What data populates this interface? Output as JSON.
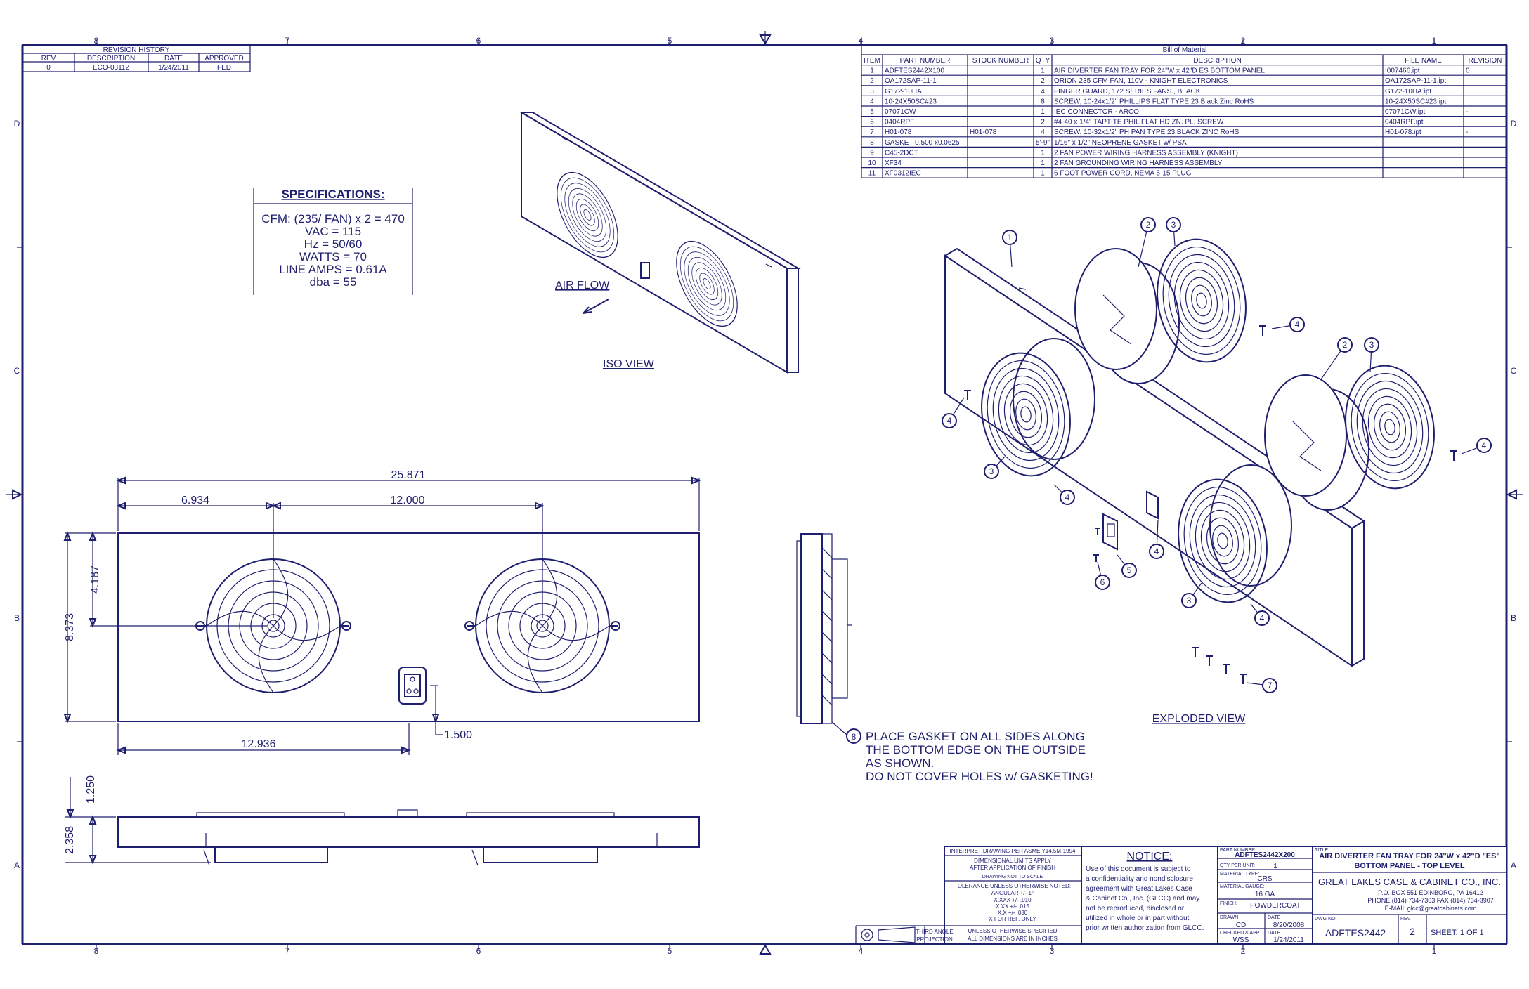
{
  "colors": {
    "ink": "#1e1f6e",
    "paper": "#ffffff"
  },
  "zone_columns_top": [
    "8",
    "7",
    "6",
    "5",
    "4",
    "3",
    "2",
    "1"
  ],
  "zone_rows": [
    "D",
    "C",
    "B",
    "A"
  ],
  "revision_history": {
    "title": "REVISION HISTORY",
    "headers": [
      "REV",
      "DESCRIPTION",
      "DATE",
      "APPROVED"
    ],
    "rows": [
      [
        "0",
        "ECO-03112",
        "1/24/2011",
        "FED"
      ]
    ]
  },
  "bom": {
    "title": "Bill of Material",
    "headers": [
      "ITEM",
      "PART NUMBER",
      "STOCK NUMBER",
      "QTY",
      "DESCRIPTION",
      "FILE NAME",
      "REVISION"
    ],
    "rows": [
      [
        "1",
        "ADFTES2442X100",
        "",
        "1",
        "AIR DIVERTER FAN TRAY FOR 24\"W x 42\"D ES BOTTOM PANEL",
        "I007466.ipt",
        "0"
      ],
      [
        "2",
        "OA172SAP-11-1",
        "",
        "2",
        "ORION 235 CFM FAN, 110V - KNIGHT ELECTRONICS",
        "OA172SAP-11-1.ipt",
        ""
      ],
      [
        "3",
        "G172-10HA",
        "",
        "4",
        "FINGER GUARD, 172 SERIES FANS , BLACK",
        "G172-10HA.ipt",
        ""
      ],
      [
        "4",
        "10-24X50SC#23",
        "",
        "8",
        "SCREW, 10-24x1/2\" PHILLIPS FLAT TYPE 23 Black Zinc RoHS",
        "10-24X50SC#23.ipt",
        ""
      ],
      [
        "5",
        "07071CW",
        "",
        "1",
        "IEC CONNECTOR - ARCO",
        "07071CW.ipt",
        "-"
      ],
      [
        "6",
        "0404RPF",
        "",
        "2",
        "#4-40 x 1/4\" TAPTITE PHIL FLAT HD ZN. PL. SCREW",
        "0404RPF.ipt",
        "-"
      ],
      [
        "7",
        "H01-078",
        "H01-078",
        "4",
        "SCREW, 10-32x1/2\" PH PAN TYPE 23 BLACK ZINC RoHS",
        "H01-078.ipt",
        "-"
      ],
      [
        "8",
        "GASKET 0.500 x0.0625",
        "",
        "5'-9\"",
        "1/16\" x 1/2\" NEOPRENE GASKET w/ PSA",
        "",
        ""
      ],
      [
        "9",
        "C45-2DCT",
        "",
        "1",
        "2 FAN POWER WIRING HARNESS ASSEMBLY (KNIGHT)",
        "",
        ""
      ],
      [
        "10",
        "XF34",
        "",
        "1",
        "2 FAN GROUNDING WIRING HARNESS ASSEMBLY",
        "",
        ""
      ],
      [
        "11",
        "XF0312IEC",
        "",
        "1",
        "6 FOOT POWER CORD, NEMA 5-15 PLUG",
        "",
        ""
      ]
    ]
  },
  "specifications": {
    "title": "SPECIFICATIONS:",
    "lines": [
      "CFM: (235/ FAN) x 2 = 470",
      "VAC = 115",
      "Hz = 50/60",
      "WATTS = 70",
      "LINE AMPS = 0.61A",
      "dba = 55"
    ]
  },
  "labels": {
    "air_flow": "AIR FLOW",
    "iso_view": "ISO VIEW",
    "exploded_view": "EXPLODED VIEW"
  },
  "dimensions": {
    "overall_width": "25.871",
    "fan1_offset": "6.934",
    "fan_spacing": "12.000",
    "height": "8.373",
    "fan_center_height": "4.187",
    "connector_offset": "12.936",
    "connector_height": "1.500",
    "side_offset": "1.250",
    "side_height": "2.358"
  },
  "gasket_note": {
    "callout": "8",
    "lines": [
      "PLACE GASKET ON ALL SIDES ALONG",
      "THE BOTTOM EDGE ON THE OUTSIDE",
      "AS SHOWN.",
      "DO NOT COVER HOLES w/ GASKETING!"
    ]
  },
  "balloons": [
    "1",
    "2",
    "3",
    "4",
    "2",
    "3",
    "4",
    "3",
    "4",
    "3",
    "4",
    "4",
    "5",
    "4",
    "6",
    "7"
  ],
  "tolerance_block": {
    "lines": [
      "INTERPRET DRAWING PER ASME Y14.5M-1994",
      "DIMENSIONAL LIMITS APPLY",
      "AFTER APPLICATION OF FINISH",
      "DRAWING NOT TO SCALE",
      "TOLERANCE UNLESS OTHERWISE NOTED:",
      "ANGULAR +/- 1°",
      "X.XXX +/- .010",
      "X.XX +/- .015",
      "X.X +/- .030",
      "X FOR REF. ONLY"
    ],
    "projection": [
      "THIRD ANGLE",
      "PROJECTION"
    ],
    "units": [
      "UNLESS OTHERWISE SPECIFIED",
      "ALL DIMENSIONS ARE IN INCHES"
    ]
  },
  "notice": {
    "title": "NOTICE:",
    "lines": [
      "Use of this document is subject to",
      "a confidentiality and nondisclosure",
      "agreement with Great Lakes Case",
      "& Cabinet Co., Inc. (GLCC) and may",
      "not be reproduced, disclosed or",
      "utilized in whole or in part without",
      "prior written authorization from GLCC."
    ]
  },
  "part_info": {
    "part_number_label": "PART NUMBER",
    "part_number": "ADFTES2442X200",
    "qty_label": "QTY PER UNIT:",
    "qty": "1",
    "material_label": "MATERIAL TYPE:",
    "material": "CRS",
    "gauge_label": "MATERIAL GAUGE:",
    "gauge": "16 GA",
    "finish_label": "FINISH:",
    "finish": "POWDERCOAT",
    "drawn_label": "DRAWN",
    "drawn": "CD",
    "drawn_date_label": "DATE",
    "drawn_date": "8/20/2008",
    "checked_label": "CHECKED & APP.",
    "checked": "WSS",
    "checked_date_label": "DATE",
    "checked_date": "1/24/2011"
  },
  "title_block": {
    "title_label": "TITLE",
    "title_lines": [
      "AIR DIVERTER FAN TRAY FOR 24\"W x 42\"D \"ES\"",
      "BOTTOM PANEL - TOP LEVEL"
    ],
    "company": "GREAT LAKES CASE & CABINET CO., INC.",
    "address_lines": [
      "P.O. BOX 551 EDINBORO, PA 16412",
      "PHONE (814) 734-7303 FAX (814) 734-3907",
      "E-MAIL glcc@greatcabinets.com"
    ],
    "dwg_label": "DWG NO.",
    "dwg_no": "ADFTES2442",
    "rev_label": "REV",
    "rev": "2",
    "sheet_label": "SHEET:",
    "sheet": "1  OF  1"
  }
}
